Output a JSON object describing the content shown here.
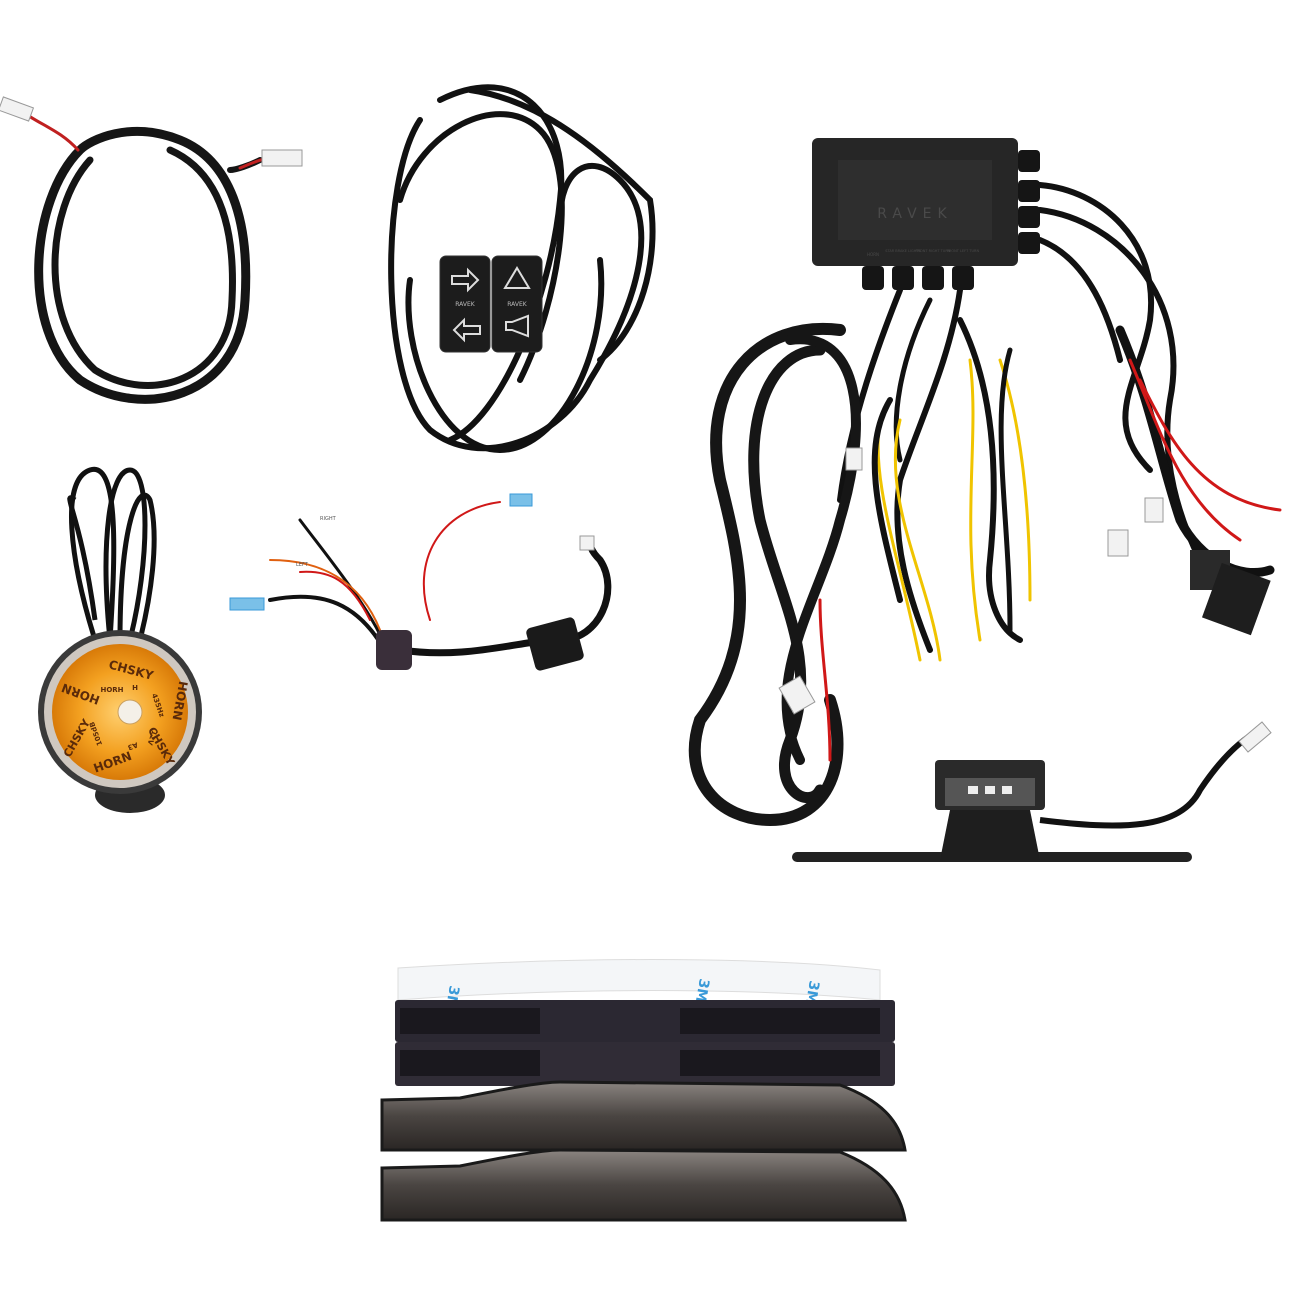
{
  "colors": {
    "background": "#ffffff",
    "cable": "#141414",
    "horn_face": "#f3a020",
    "box": "#262626",
    "red_wire": "#d01818",
    "yellow_wire": "#f0c400",
    "tape_blue": "#3a9ad8"
  },
  "horn": {
    "brand": "CHSKY",
    "label": "HORN",
    "inner_model": "HORH",
    "inner_type": "H",
    "frequency": "435Hz",
    "voltage": "12V",
    "code": "A3",
    "loudness": "105dB"
  },
  "control_box": {
    "brand": "RAVEK",
    "port_labels": [
      "HORN",
      "STAR BRAKE LIGHTS",
      "FRONT RIGHT TURN",
      "FRONT LEFT TURN"
    ]
  },
  "switch_panel": {
    "brand": "RAVEK"
  },
  "harness": {
    "tags": [
      "RIGHT",
      "LEFT"
    ]
  },
  "tape": {
    "brand": "3M"
  }
}
